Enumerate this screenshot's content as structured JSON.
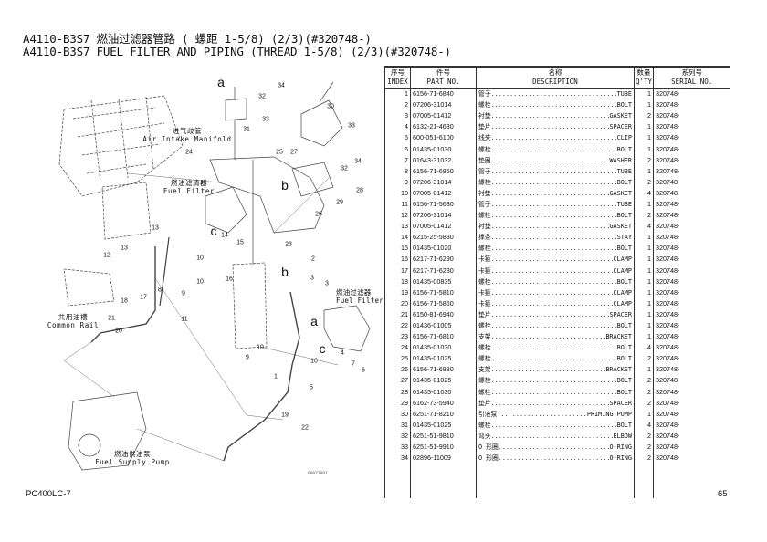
{
  "header": {
    "title_cn": "A4110-B3S7 燃油过滤器管路 ( 螺距 1-5/8) (2/3)(#320748-)",
    "title_en": "A4110-B3S7 FUEL FILTER AND PIPING (THREAD 1-5/8) (2/3)(#320748-)"
  },
  "diagram": {
    "labels": [
      {
        "cn": "进气歧管",
        "en": "Air Intake Manifold"
      },
      {
        "cn": "燃油滤清器",
        "en": "Fuel Filter"
      },
      {
        "cn": "燃油过滤器",
        "en": "Fuel Filter"
      },
      {
        "cn": "共用油槽",
        "en": "Common Rail"
      },
      {
        "cn": "燃油供油泵",
        "en": "Fuel Supply Pump"
      }
    ],
    "callouts": [
      "a",
      "32",
      "34",
      "30",
      "33",
      "31",
      "33",
      "34",
      "24",
      "25",
      "27",
      "32",
      "28",
      "29",
      "26",
      "23",
      "b",
      "c",
      "13",
      "14",
      "15",
      "13",
      "12",
      "10",
      "16",
      "10",
      "9",
      "8",
      "17",
      "18",
      "11",
      "21",
      "20",
      "2",
      "3",
      "3",
      "b",
      "a",
      "c",
      "10",
      "9",
      "10",
      "4",
      "7",
      "6",
      "1",
      "5",
      "19",
      "22"
    ],
    "drawing_code": "00073091"
  },
  "table": {
    "headers": [
      {
        "cn": "序号",
        "en": "INDEX"
      },
      {
        "cn": "件号",
        "en": "PART NO."
      },
      {
        "cn": "名称",
        "en": "DESCRIPTION"
      },
      {
        "cn": "数量",
        "en": "Q'TY"
      },
      {
        "cn": "系列号",
        "en": "SERIAL NO."
      }
    ],
    "rows": [
      {
        "index": "1",
        "part": "6156-71-6840",
        "cn": "管子",
        "en": "TUBE",
        "qty": "1",
        "serial": "320748-"
      },
      {
        "index": "2",
        "part": "07206-31014",
        "cn": "螺栓",
        "en": "BOLT",
        "qty": "1",
        "serial": "320748-"
      },
      {
        "index": "3",
        "part": "07005-01412",
        "cn": "衬垫",
        "en": "GASKET",
        "qty": "2",
        "serial": "320748-"
      },
      {
        "index": "4",
        "part": "6132-21-4630",
        "cn": "垫片",
        "en": "SPACER",
        "qty": "1",
        "serial": "320748-"
      },
      {
        "index": "5",
        "part": "600-051-6100",
        "cn": "线夹",
        "en": "CLIP",
        "qty": "1",
        "serial": "320748-"
      },
      {
        "index": "6",
        "part": "01435-01030",
        "cn": "螺栓",
        "en": "BOLT",
        "qty": "1",
        "serial": "320748-"
      },
      {
        "index": "7",
        "part": "01643-31032",
        "cn": "垫圈",
        "en": "WASHER",
        "qty": "2",
        "serial": "320748-"
      },
      {
        "index": "8",
        "part": "6156-71-6850",
        "cn": "管子",
        "en": "TUBE",
        "qty": "1",
        "serial": "320748-"
      },
      {
        "index": "9",
        "part": "07206-31014",
        "cn": "螺栓",
        "en": "BOLT",
        "qty": "2",
        "serial": "320748-"
      },
      {
        "index": "10",
        "part": "07005-01412",
        "cn": "衬垫",
        "en": "GASKET",
        "qty": "4",
        "serial": "320748-"
      },
      {
        "index": "11",
        "part": "6156-71-5630",
        "cn": "管子",
        "en": "TUBE",
        "qty": "1",
        "serial": "320748-"
      },
      {
        "index": "12",
        "part": "07206-31014",
        "cn": "螺栓",
        "en": "BOLT",
        "qty": "2",
        "serial": "320748-"
      },
      {
        "index": "13",
        "part": "07005-01412",
        "cn": "衬垫",
        "en": "GASKET",
        "qty": "4",
        "serial": "320748-"
      },
      {
        "index": "14",
        "part": "6215-25-5830",
        "cn": "撑条",
        "en": "STAY",
        "qty": "1",
        "serial": "320748-"
      },
      {
        "index": "15",
        "part": "01435-01020",
        "cn": "螺栓",
        "en": "BOLT",
        "qty": "1",
        "serial": "320748-"
      },
      {
        "index": "16",
        "part": "6217-71-6290",
        "cn": "卡箍",
        "en": "CLAMP",
        "qty": "1",
        "serial": "320748-"
      },
      {
        "index": "17",
        "part": "6217-71-6280",
        "cn": "卡箍",
        "en": "CLAMP",
        "qty": "1",
        "serial": "320748-"
      },
      {
        "index": "18",
        "part": "01435-00835",
        "cn": "螺栓",
        "en": "BOLT",
        "qty": "1",
        "serial": "320748-"
      },
      {
        "index": "19",
        "part": "6156-71-5810",
        "cn": "卡箍",
        "en": "CLAMP",
        "qty": "1",
        "serial": "320748-"
      },
      {
        "index": "20",
        "part": "6156-71-5860",
        "cn": "卡箍",
        "en": "CLAMP",
        "qty": "1",
        "serial": "320748-"
      },
      {
        "index": "21",
        "part": "6150-81-6940",
        "cn": "垫片",
        "en": "SPACER",
        "qty": "1",
        "serial": "320748-"
      },
      {
        "index": "22",
        "part": "01436-01005",
        "cn": "螺栓",
        "en": "BOLT",
        "qty": "1",
        "serial": "320748-"
      },
      {
        "index": "23",
        "part": "6156-71-6810",
        "cn": "支架",
        "en": "BRACKET",
        "qty": "1",
        "serial": "320748-"
      },
      {
        "index": "24",
        "part": "01435-01030",
        "cn": "螺栓",
        "en": "BOLT",
        "qty": "4",
        "serial": "320748-"
      },
      {
        "index": "25",
        "part": "01435-01025",
        "cn": "螺栓",
        "en": "BOLT",
        "qty": "2",
        "serial": "320748-"
      },
      {
        "index": "26",
        "part": "6156-71-6880",
        "cn": "支架",
        "en": "BRACKET",
        "qty": "1",
        "serial": "320748-"
      },
      {
        "index": "27",
        "part": "01435-01025",
        "cn": "螺栓",
        "en": "BOLT",
        "qty": "2",
        "serial": "320748-"
      },
      {
        "index": "28",
        "part": "01435-01030",
        "cn": "螺栓",
        "en": "BOLT",
        "qty": "2",
        "serial": "320748-"
      },
      {
        "index": "29",
        "part": "6162-73-5940",
        "cn": "垫片",
        "en": "SPACER",
        "qty": "2",
        "serial": "320748-"
      },
      {
        "index": "30",
        "part": "6251-71-8210",
        "cn": "引液泵",
        "en": "PRIMING PUMP",
        "qty": "1",
        "serial": "320748-"
      },
      {
        "index": "31",
        "part": "01435-01025",
        "cn": "螺栓",
        "en": "BOLT",
        "qty": "4",
        "serial": "320748-"
      },
      {
        "index": "32",
        "part": "6251-51-9810",
        "cn": "弯头",
        "en": "ELBOW",
        "qty": "2",
        "serial": "320748-"
      },
      {
        "index": "33",
        "part": "6251-51-9910",
        "cn": "O 形圈",
        "en": "O-RING",
        "qty": "2",
        "serial": "320748-"
      },
      {
        "index": "34",
        "part": "02896-11009",
        "cn": "O 形圈",
        "en": "O-RING",
        "qty": "2",
        "serial": "320748-"
      }
    ]
  },
  "footer": {
    "model": "PC400LC-7",
    "page": "65"
  }
}
